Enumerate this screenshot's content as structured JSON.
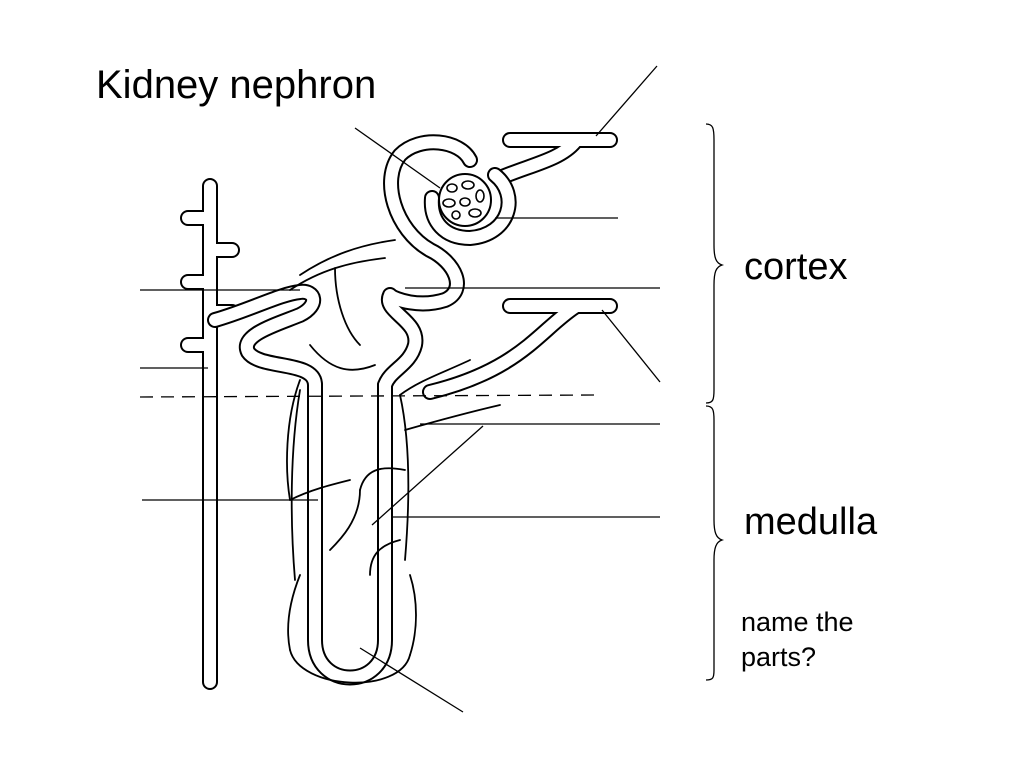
{
  "title": "Kidney nephron",
  "regions": {
    "cortex": "cortex",
    "medulla": "medulla"
  },
  "prompt": "name the parts?",
  "label_line_count": 12
}
